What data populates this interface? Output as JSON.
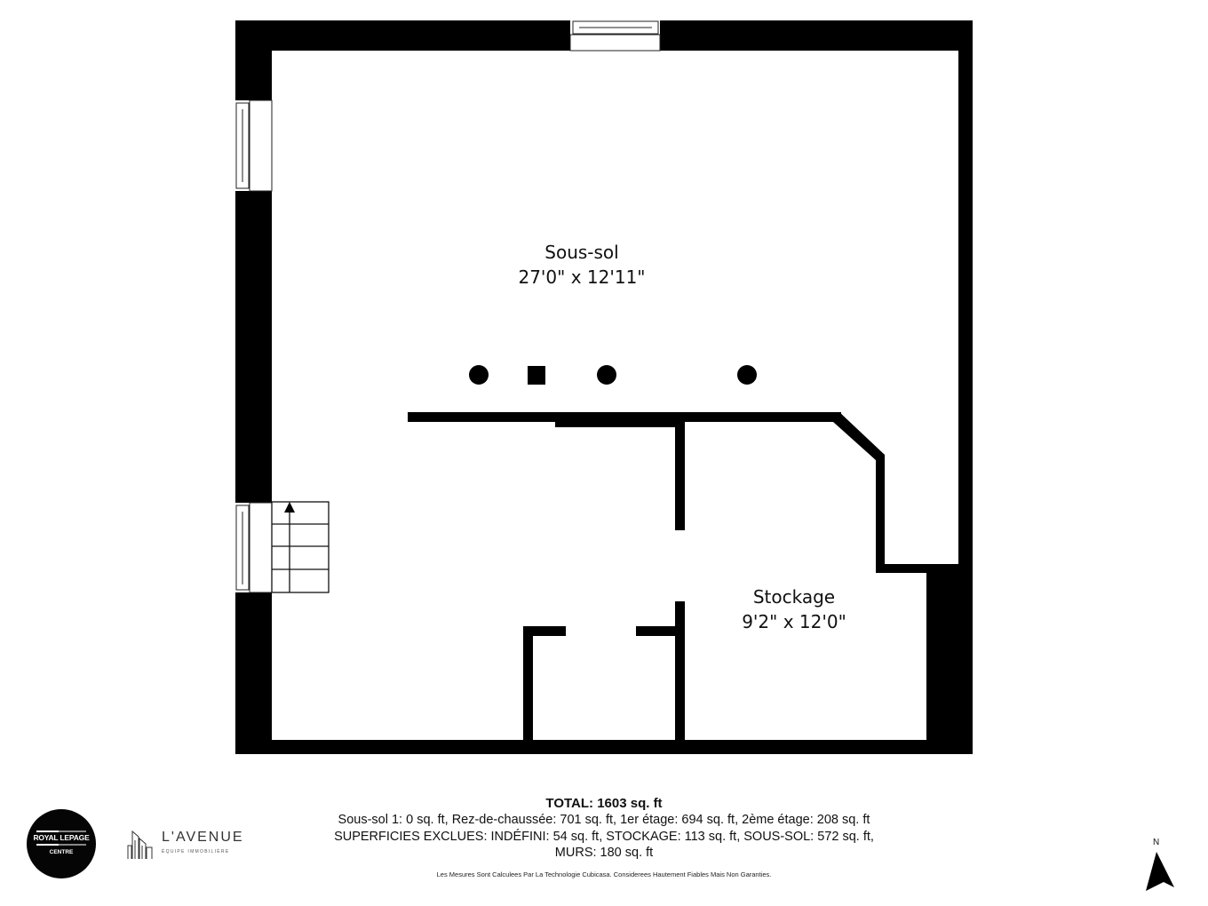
{
  "plan": {
    "rooms": [
      {
        "name": "Sous-sol",
        "dimensions": "27'0\" x 12'11\""
      },
      {
        "name": "Stockage",
        "dimensions": "9'2\" x 12'0\""
      }
    ],
    "features": {
      "windows": 3,
      "stairs": "up-arrow",
      "columns": [
        "circle",
        "square",
        "circle",
        "circle"
      ]
    }
  },
  "footer": {
    "total": "TOTAL: 1603 sq. ft",
    "line1": "Sous-sol 1: 0 sq. ft, Rez-de-chaussée: 701 sq. ft, 1er étage: 694 sq. ft, 2ème étage: 208 sq. ft",
    "line2": "SUPERFICIES EXCLUES: INDÉFINI: 54 sq. ft, STOCKAGE: 113 sq. ft, SOUS-SOL: 572 sq. ft,",
    "line3": "MURS: 180 sq. ft",
    "disclaimer": "Les Mesures Sont Calculees Par La Technologie Cubicasa. Considerees Hautement Fiables Mais Non Garanties."
  },
  "logos": {
    "royal_lepage": {
      "brand": "ROYAL LEPAGE",
      "sub": "CENTRE"
    },
    "avenue": {
      "name": "L'AVENUE",
      "tagline": "ÉQUIPE IMMOBILIÈRE"
    }
  },
  "compass": {
    "label": "N"
  },
  "colors": {
    "wall": "#000000",
    "background": "#ffffff",
    "text": "#111111"
  }
}
